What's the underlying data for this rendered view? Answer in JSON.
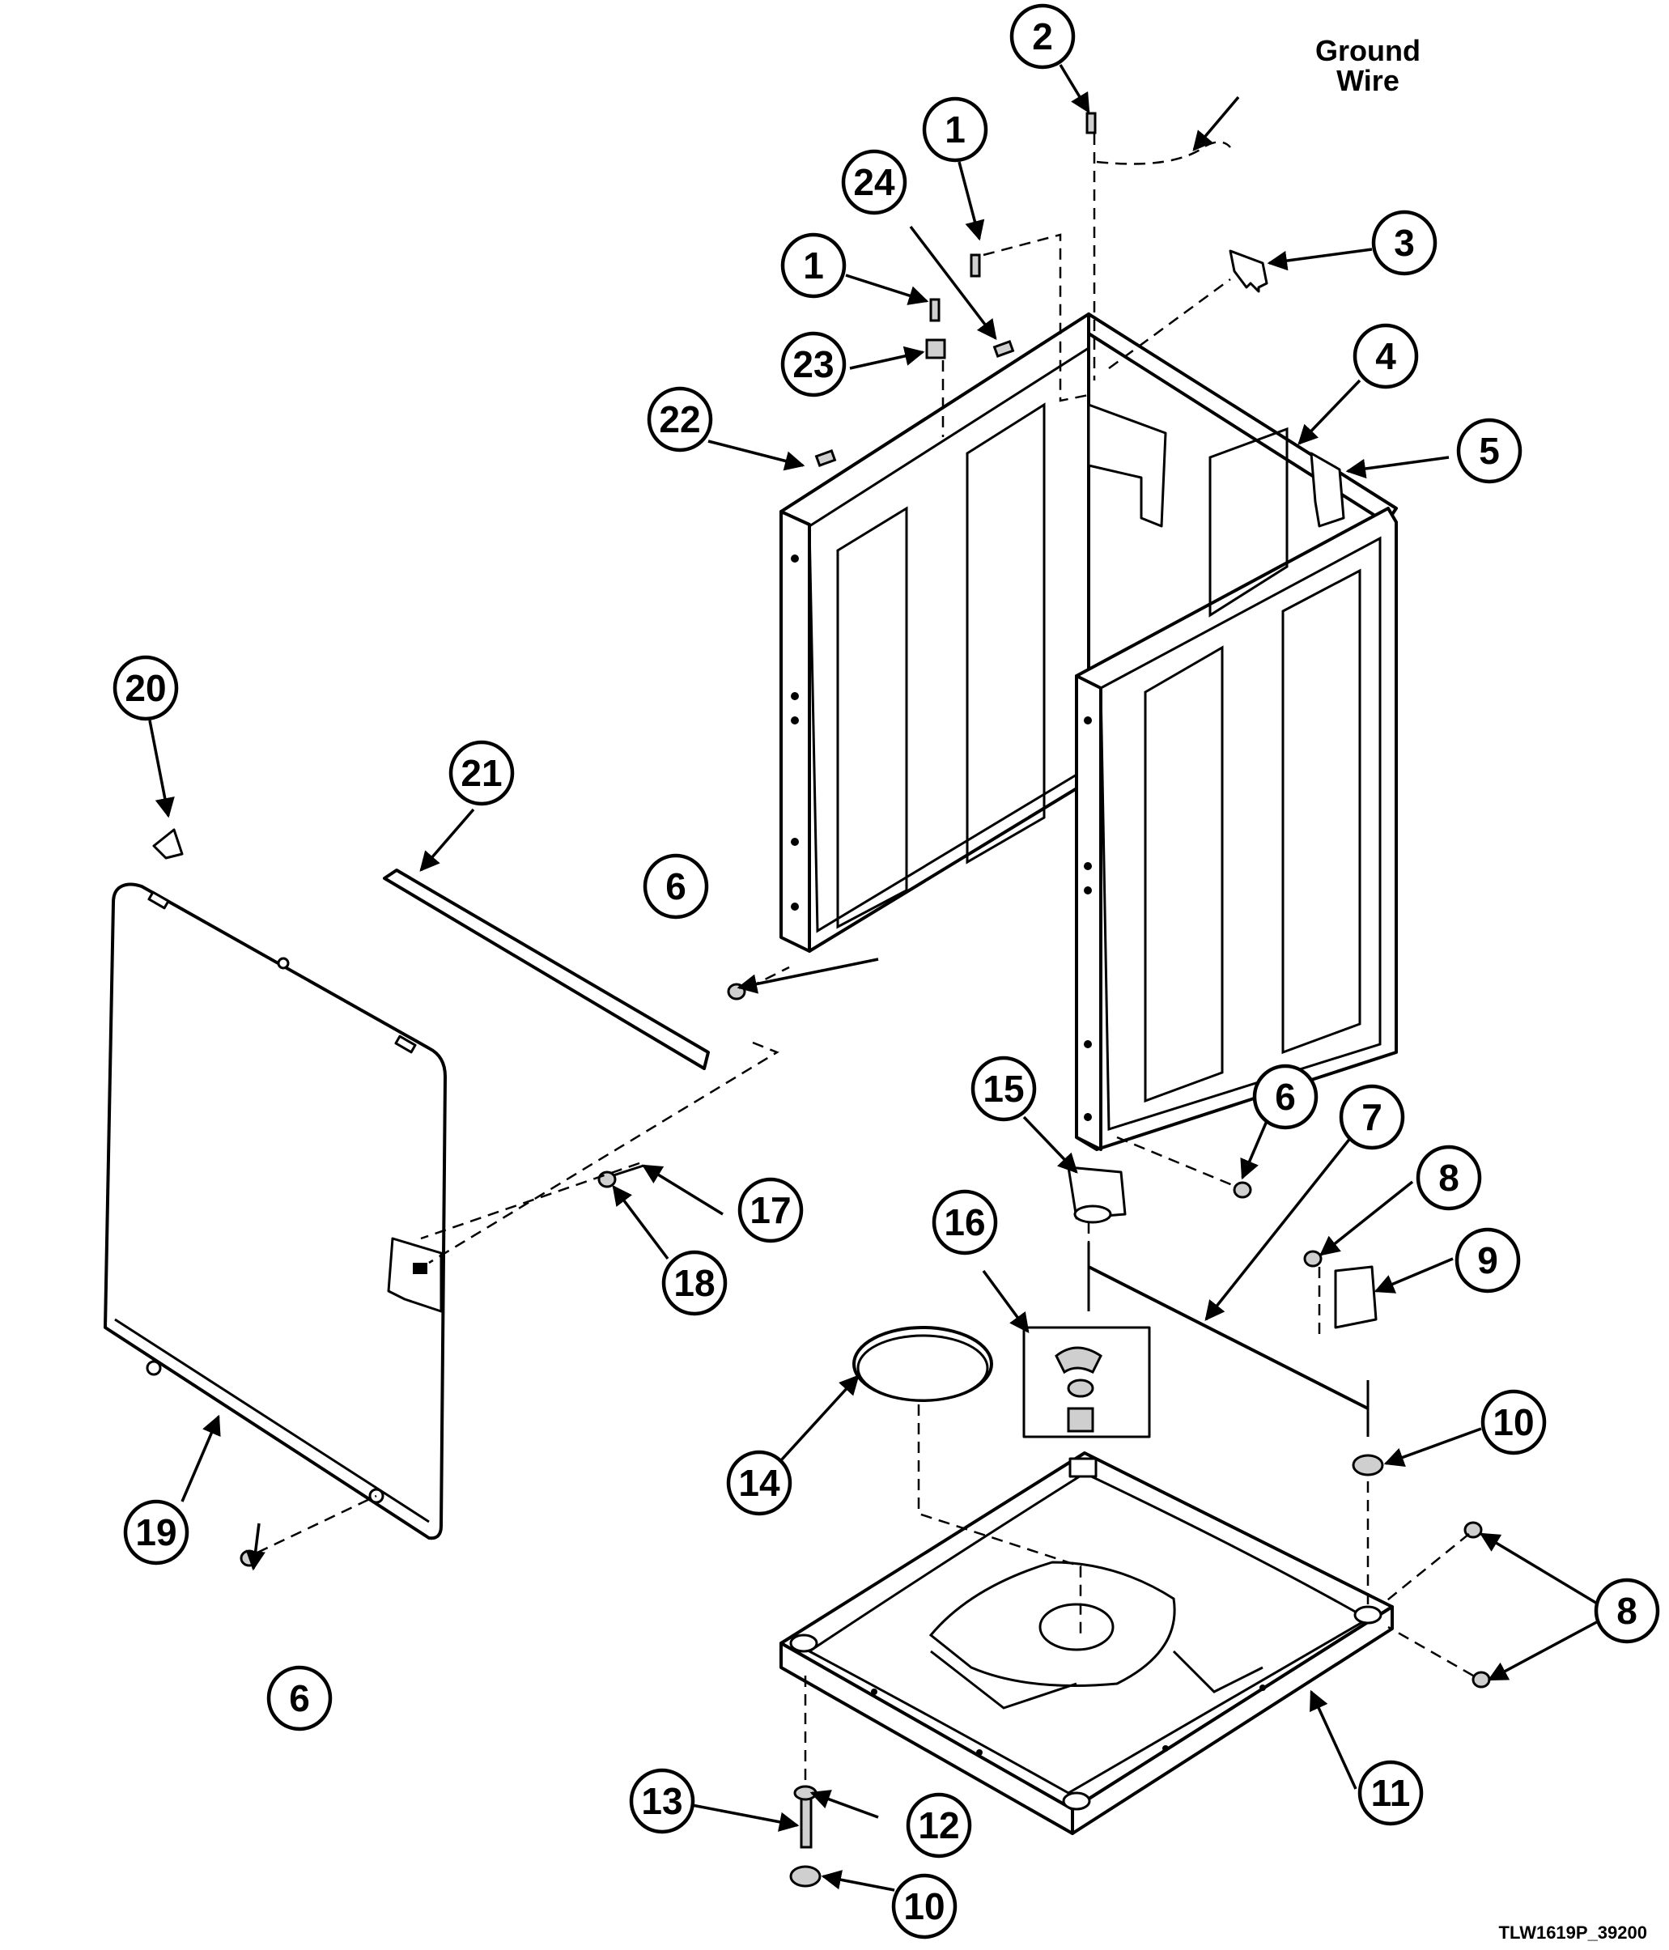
{
  "labels": {
    "ground_wire_line1": "Ground",
    "ground_wire_line2": "Wire",
    "drawing_code": "TLW1619P_39200"
  },
  "callouts": [
    "1",
    "1",
    "2",
    "3",
    "4",
    "5",
    "6",
    "6",
    "6",
    "7",
    "8",
    "8",
    "9",
    "10",
    "10",
    "11",
    "12",
    "13",
    "14",
    "15",
    "16",
    "17",
    "18",
    "19",
    "20",
    "21",
    "22",
    "23",
    "24"
  ]
}
